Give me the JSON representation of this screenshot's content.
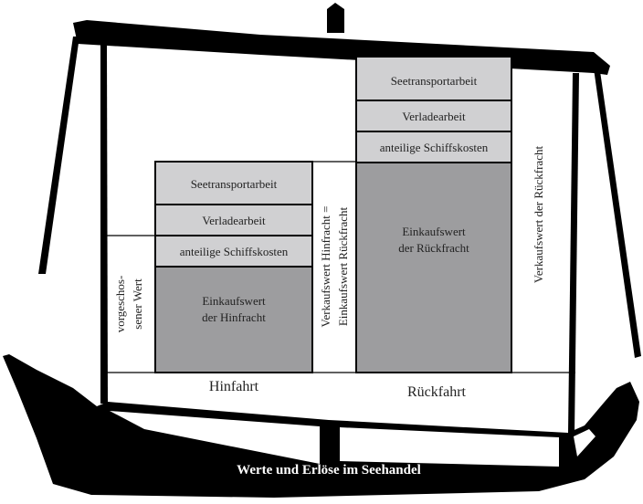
{
  "colors": {
    "ship": "#000000",
    "light_box": "#d0d0d2",
    "dark_box": "#9d9d9f",
    "frame": "#ffffff"
  },
  "hinfahrt": {
    "stack": [
      "Seetransportarbeit",
      "Verladearbeit",
      "anteilige Schiffskosten"
    ],
    "base_line1": "Einkaufswert",
    "base_line2": "der Hinfracht",
    "side_line1": "vorgeschos-",
    "side_line2": "sener Wert",
    "label": "Hinfahrt"
  },
  "middle": {
    "line1": "Verkaufswert Hinfracht =",
    "line2": "Einkaufswert Rückfracht"
  },
  "rueckfahrt": {
    "stack": [
      "Seetransportarbeit",
      "Verladearbeit",
      "anteilige Schiffskosten"
    ],
    "base_line1": "Einkaufswert",
    "base_line2": "der Rückfracht",
    "side": "Verkaufswert der Rückfracht",
    "label": "Rückfahrt"
  },
  "title": "Werte und Erlöse im Seehandel"
}
